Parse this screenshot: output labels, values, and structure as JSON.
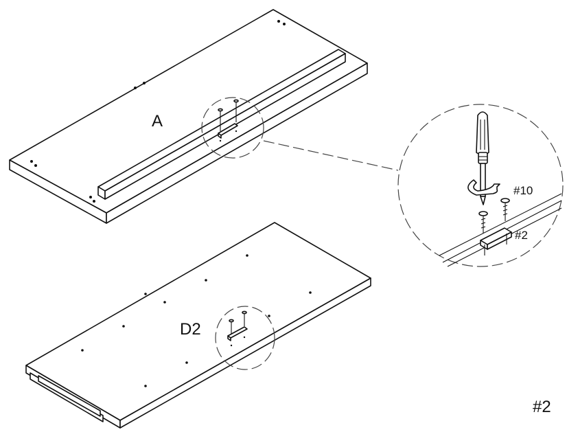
{
  "labels": {
    "panel_top": "A",
    "panel_bottom": "D2",
    "detail_screw": "#10",
    "detail_part": "#2",
    "step_number": "#2"
  },
  "colors": {
    "line": "#111111",
    "background": "#ffffff",
    "dashed_circle": "#444444"
  },
  "icons": [
    "screwdriver-icon",
    "screw-icon",
    "bracket-icon",
    "rotation-arrow-icon"
  ]
}
